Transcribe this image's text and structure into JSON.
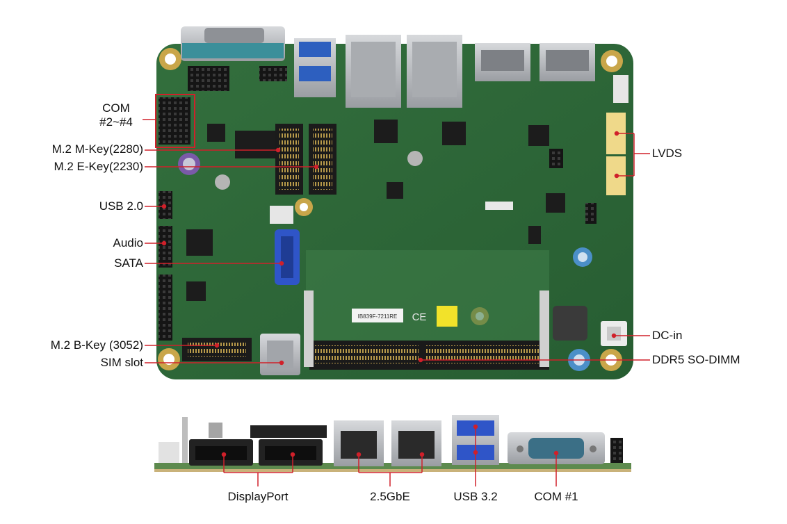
{
  "labels_left": {
    "com_line1": "COM",
    "com_line2": "#2~#4",
    "m2_m_key": "M.2 M-Key(2280)",
    "m2_e_key": "M.2 E-Key(2230)",
    "usb20": "USB 2.0",
    "audio": "Audio",
    "sata": "SATA",
    "m2_b_key": "M.2 B-Key (3052)",
    "sim_slot": "SIM slot"
  },
  "labels_right": {
    "lvds": "LVDS",
    "dc_in": "DC-in",
    "ddr5": "DDR5 SO-DIMM"
  },
  "labels_bottom": {
    "displayport": "DisplayPort",
    "gbe": "2.5GbE",
    "usb32": "USB 3.2",
    "com1": "COM #1"
  },
  "board": {
    "chip_marking": "IB839F-7211RE",
    "ce_mark": "CE"
  },
  "colors": {
    "pcb": "#2f6a3a",
    "pcb_dark": "#1f4d29",
    "callout": "#d0202a",
    "gold": "#c9a64a",
    "sata_blue": "#2f55c8",
    "lvds_yellow": "#efd98a",
    "connector_black": "#1c1c1c",
    "metal": "#b9bcc0"
  }
}
